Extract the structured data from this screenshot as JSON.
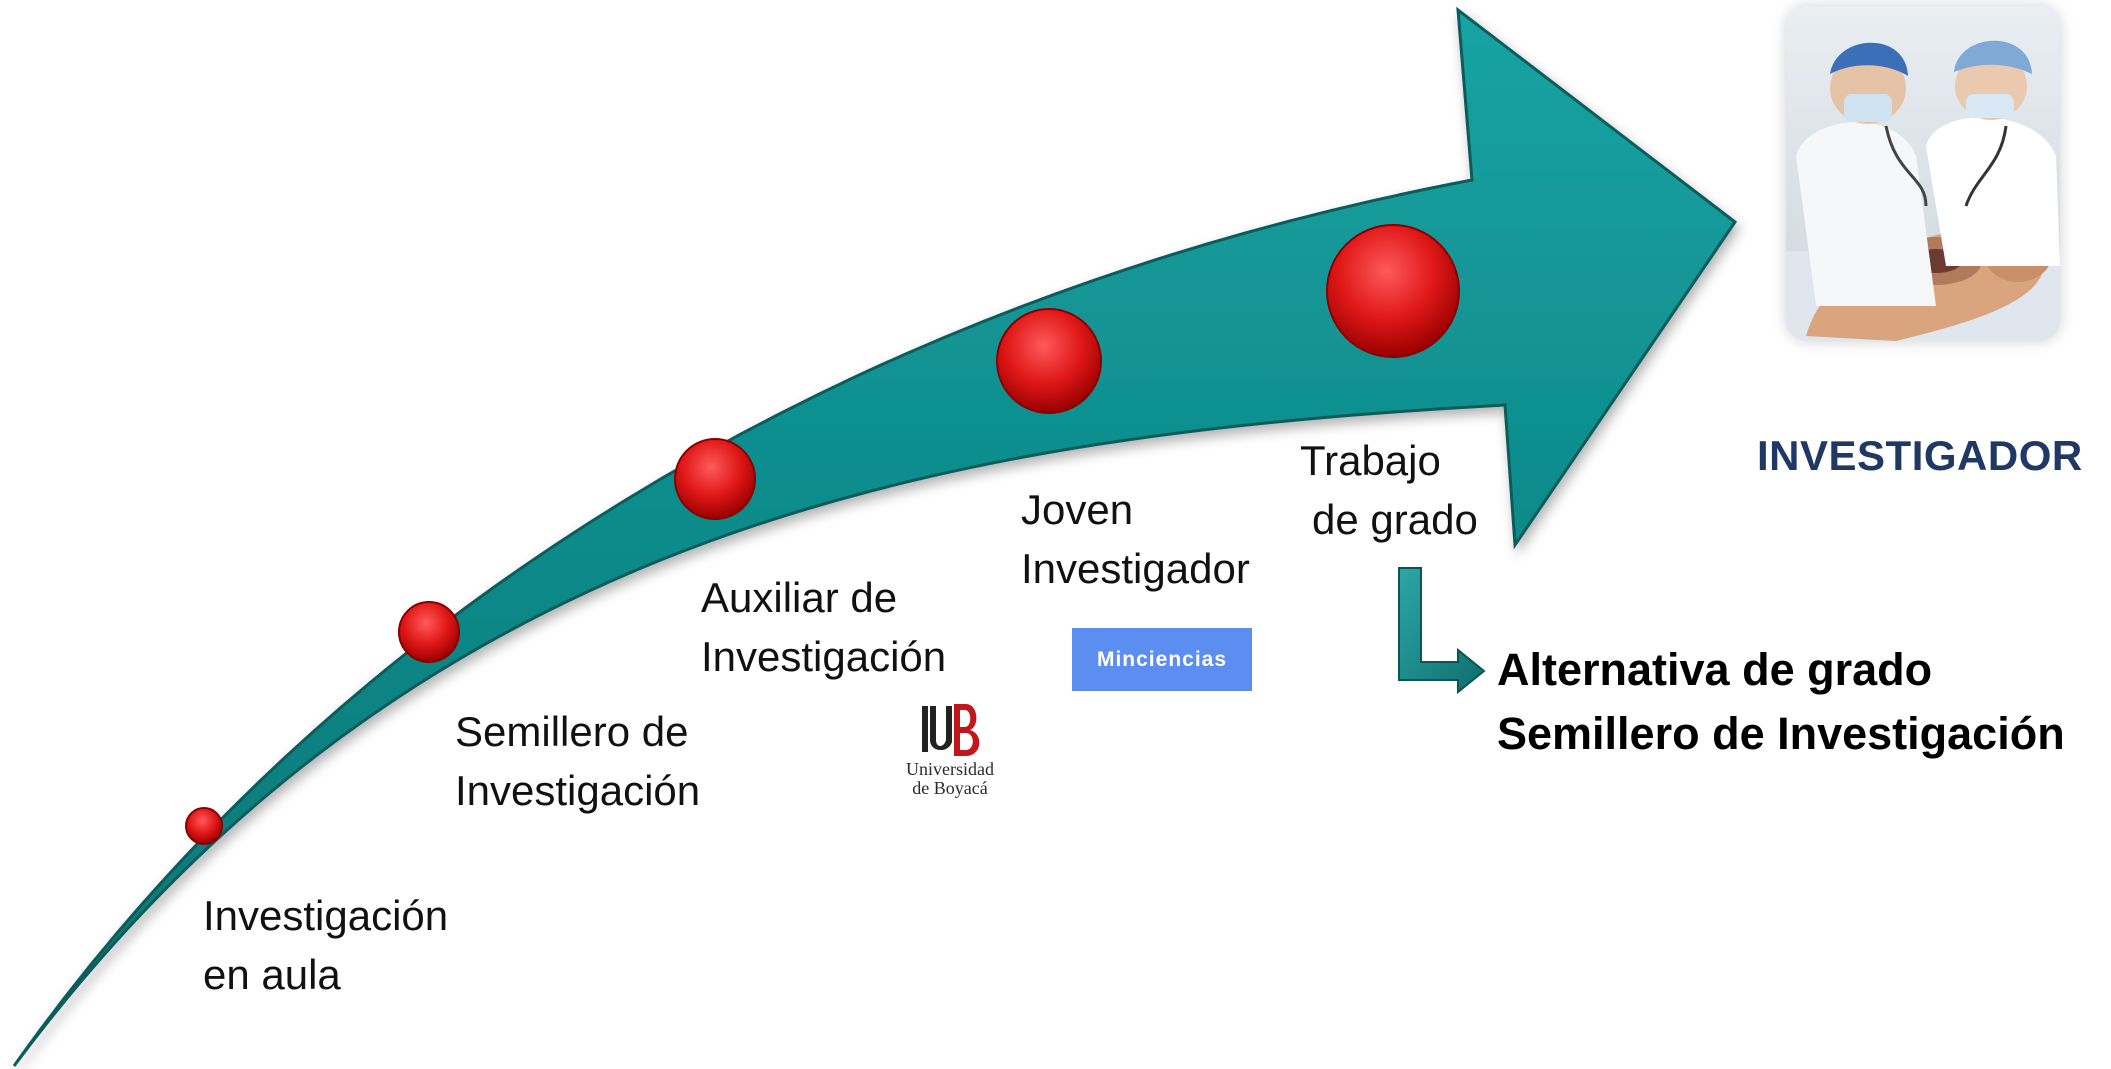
{
  "milestones": [
    {
      "id": "aula",
      "lines": [
        "Investigación",
        "en aula"
      ]
    },
    {
      "id": "semillero",
      "lines": [
        "Semillero de",
        "Investigación"
      ]
    },
    {
      "id": "auxiliar",
      "lines": [
        "Auxiliar de",
        "Investigación"
      ]
    },
    {
      "id": "joven",
      "lines": [
        "Joven",
        "Investigador"
      ]
    },
    {
      "id": "trabajo",
      "lines": [
        "Trabajo",
        "de grado"
      ]
    }
  ],
  "goal": {
    "label": "INVESTIGADOR",
    "image": "medical-simulation-photo"
  },
  "alternative": {
    "line1": "Alternativa de grado",
    "line2": "Semillero de Investigación"
  },
  "logos": {
    "minciencias": "Minciencias",
    "ub_mark": "UB",
    "ub_name_line1": "Universidad",
    "ub_name_line2": "de Boyacá"
  },
  "colors": {
    "arrow": "#0f8a8a",
    "arrow_edge": "#085c5c",
    "circle": "#e01818",
    "goal_label": "#203864",
    "minciencias_bg": "#5b8ef0"
  }
}
